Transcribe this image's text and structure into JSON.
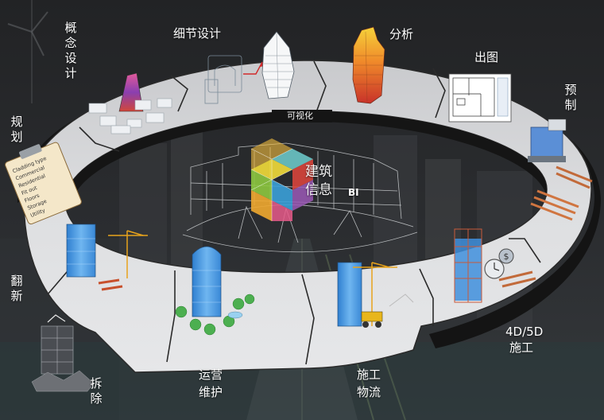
{
  "stages": {
    "concept": "概念设计",
    "detail_design": "细节设计",
    "analysis": "分析",
    "drawings": "出图",
    "prefab": "预制",
    "construction_4d5d_line1": "4D/5D",
    "construction_4d5d_line2": "施工",
    "logistics_line1": "施工",
    "logistics_line2": "物流",
    "operation_line1": "运营",
    "operation_line2": "维护",
    "demolition": "拆除",
    "renovation": "翻新",
    "planning": "规划"
  },
  "center": {
    "bim_line1": "建筑",
    "bim_line2": "信息",
    "bi_label": "BI"
  },
  "ring_caption": "可视化",
  "clipboard_text": [
    "Cladding type",
    "Commercial",
    "Residential",
    "Fit out",
    "Floors",
    "Storage",
    "Utility"
  ],
  "colors": {
    "background": "#1c1d1f",
    "ring_top": "#d7d8db",
    "ring_side": "#141414",
    "crane": "#e8a31c",
    "building_glass": "#4f9fe6",
    "analysis_heat": "#e8572a",
    "cube_colors": [
      "#e2453c",
      "#f0a830",
      "#8cc63f",
      "#3aa0d8",
      "#9b59b6",
      "#f2dc3a"
    ]
  }
}
